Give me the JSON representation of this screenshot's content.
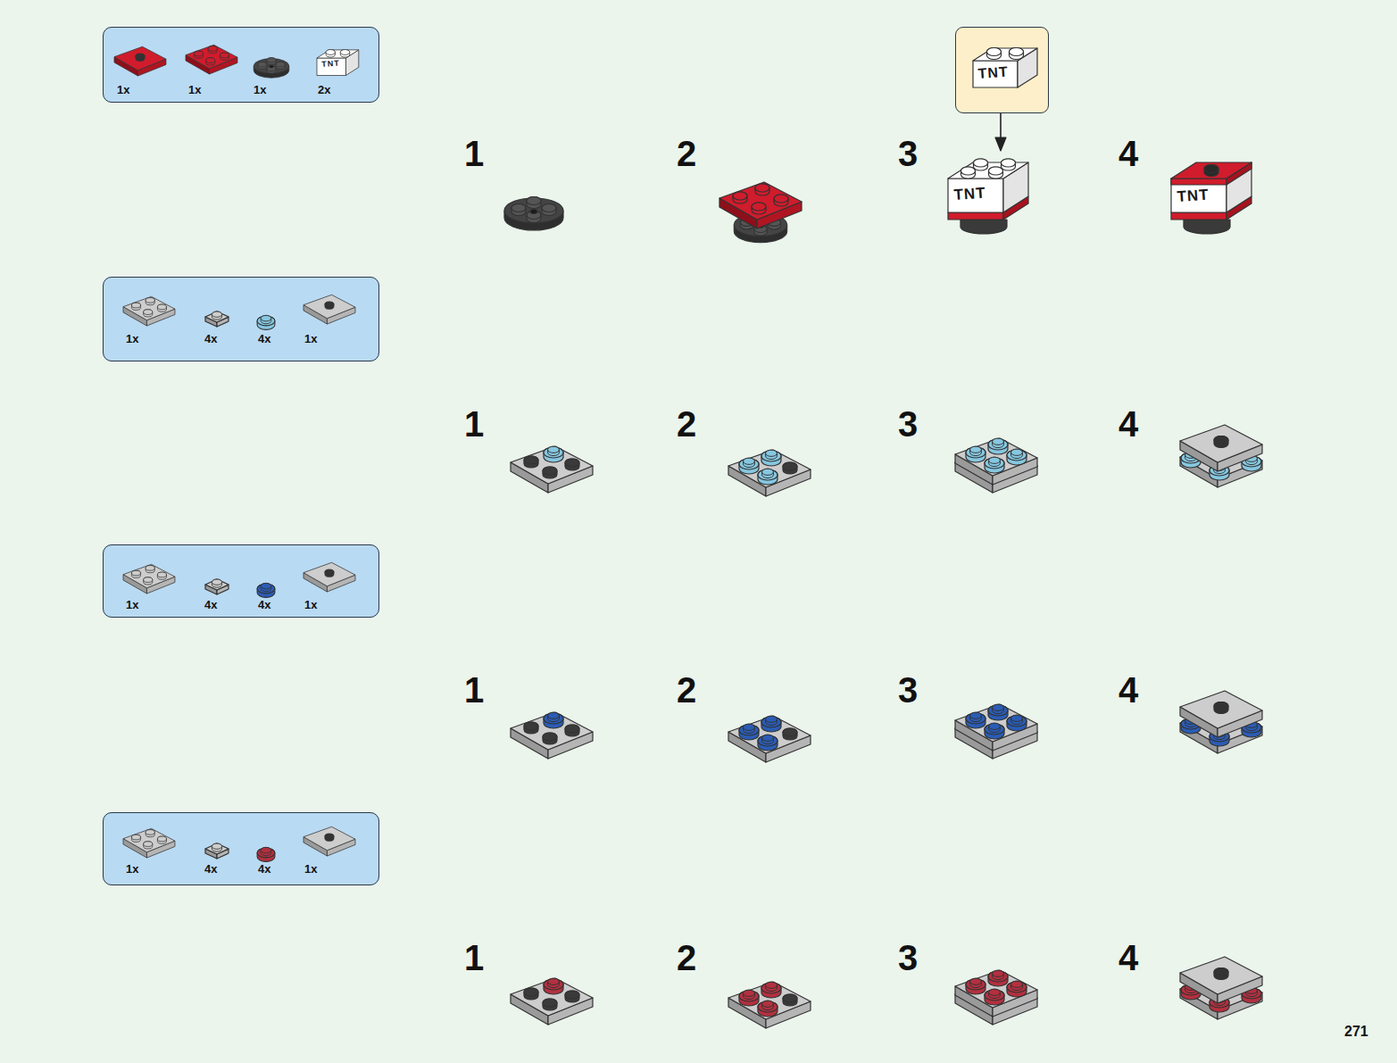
{
  "diagram": {
    "nodes": [
      {
        "text": [
          "1x",
          "1x",
          "1x",
          "2x",
          "TNT"
        ]
      },
      {
        "text": [
          "TNT"
        ]
      },
      {
        "text": [
          "1x",
          "4x",
          "4x",
          "1x"
        ]
      },
      {
        "text": [
          "1x",
          "4x",
          "4x",
          "1x"
        ]
      },
      {
        "text": [
          "1x",
          "4x",
          "4x",
          "1x"
        ]
      }
    ],
    "labels": [
      "1",
      "2",
      "3",
      "TNT",
      "4",
      "TNT",
      "1",
      "2",
      "3",
      "4",
      "1",
      "2",
      "3",
      "4",
      "1",
      "2",
      "3",
      "4",
      "271"
    ]
  }
}
